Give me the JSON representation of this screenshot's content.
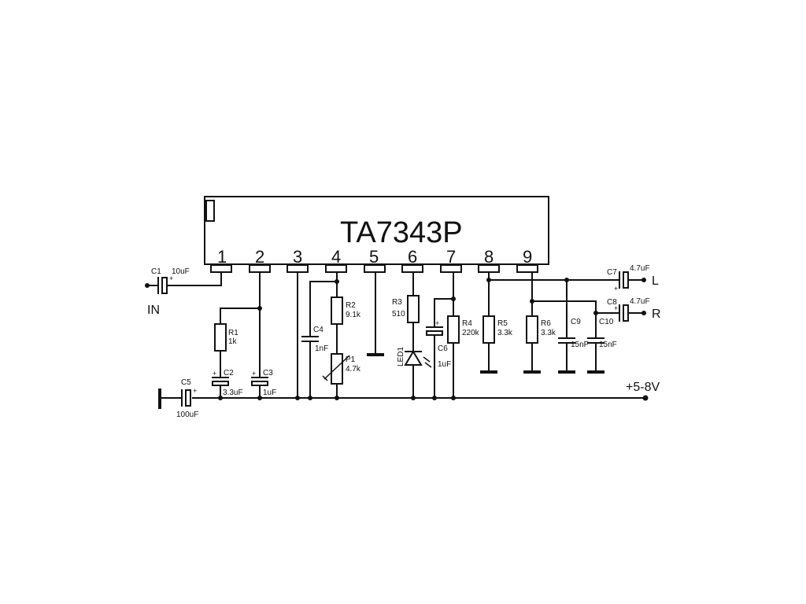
{
  "chip": {
    "name": "TA7343P",
    "pins": [
      "1",
      "2",
      "3",
      "4",
      "5",
      "6",
      "7",
      "8",
      "9"
    ]
  },
  "ports": {
    "input": "IN",
    "left": "L",
    "right": "R",
    "supply": "+5-8V"
  },
  "components": {
    "c1": {
      "ref": "C1",
      "value": "10uF"
    },
    "c2": {
      "ref": "C2",
      "value": "3.3uF"
    },
    "c3": {
      "ref": "C3",
      "value": "1uF"
    },
    "c4": {
      "ref": "C4",
      "value": "1nF"
    },
    "c5": {
      "ref": "C5",
      "value": "100uF"
    },
    "c6": {
      "ref": "C6",
      "value": "1uF"
    },
    "c7": {
      "ref": "C7",
      "value": "4.7uF"
    },
    "c8": {
      "ref": "C8",
      "value": "4.7uF"
    },
    "c9": {
      "ref": "C9",
      "value": "15nF"
    },
    "c10": {
      "ref": "C10",
      "value": "15nF"
    },
    "r1": {
      "ref": "R1",
      "value": "1k"
    },
    "r2": {
      "ref": "R2",
      "value": "9.1k"
    },
    "r3": {
      "ref": "R3",
      "value": "510"
    },
    "r4": {
      "ref": "R4",
      "value": "220k"
    },
    "r5": {
      "ref": "R5",
      "value": "3.3k"
    },
    "r6": {
      "ref": "R6",
      "value": "3.3k"
    },
    "p1": {
      "ref": "P1",
      "value": "4.7k"
    },
    "led1": {
      "ref": "LED1"
    }
  },
  "polarity_mark": "+"
}
